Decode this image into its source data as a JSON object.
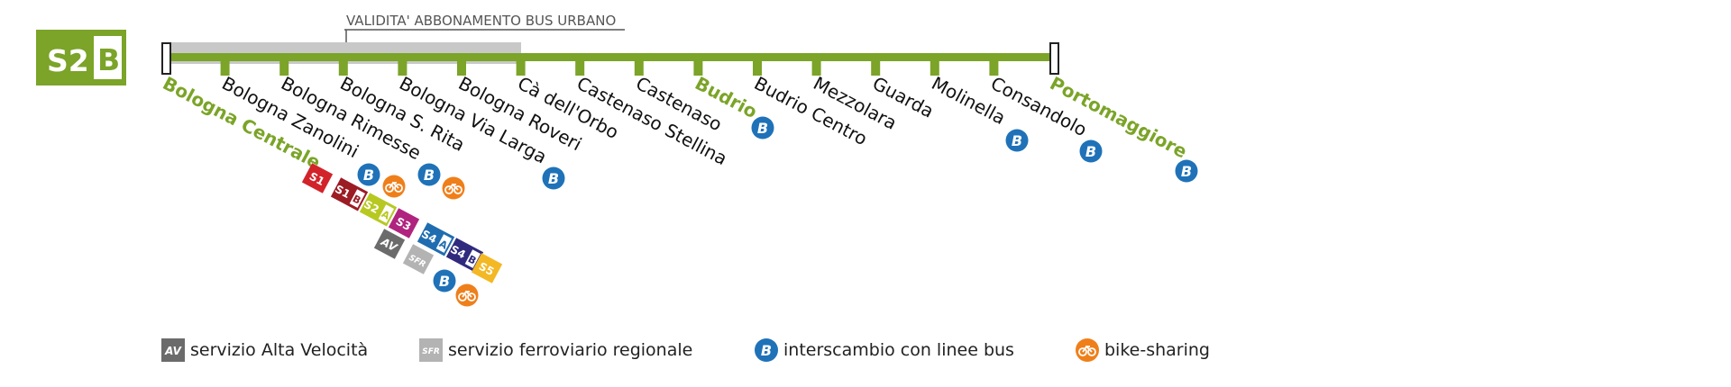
{
  "line": {
    "name_prefix": "S2",
    "name_suffix": "B",
    "color": "#7ba428"
  },
  "validity_label": "VALIDITA' ABBONAMENTO BUS URBANO",
  "stations": [
    {
      "name": "Bologna Centrale",
      "hub": true
    },
    {
      "name": "Bologna Zanolini",
      "hub": false
    },
    {
      "name": "Bologna Rimesse",
      "hub": false
    },
    {
      "name": "Bologna S. Rita",
      "hub": false
    },
    {
      "name": "Bologna Via Larga",
      "hub": false
    },
    {
      "name": "Bologna Roveri",
      "hub": false
    },
    {
      "name": "Cà dell'Orbo",
      "hub": false
    },
    {
      "name": "Castenaso Stellina",
      "hub": false
    },
    {
      "name": "Castenaso",
      "hub": false
    },
    {
      "name": "Budrio",
      "hub": true
    },
    {
      "name": "Budrio Centro",
      "hub": false
    },
    {
      "name": "Mezzolara",
      "hub": false
    },
    {
      "name": "Guarda",
      "hub": false
    },
    {
      "name": "Molinella",
      "hub": false
    },
    {
      "name": "Consandolo",
      "hub": false
    },
    {
      "name": "Portomaggiore",
      "hub": true
    }
  ],
  "badges": {
    "S1": {
      "label": "S1",
      "color": "#d2232a"
    },
    "S1B": {
      "label": "S1",
      "sub": "B",
      "color": "#9c1c24"
    },
    "S2A": {
      "label": "S2",
      "sub": "A",
      "color": "#b7c921"
    },
    "S3": {
      "label": "S3",
      "color": "#b0237e"
    },
    "S4A": {
      "label": "S4",
      "sub": "A",
      "color": "#1f6db0"
    },
    "S4B": {
      "label": "S4",
      "sub": "B",
      "color": "#2f2a7e"
    },
    "S5": {
      "label": "S5",
      "color": "#f3b823"
    },
    "AV": {
      "label": "AV",
      "color": "#6b6b6b"
    },
    "SFR": {
      "label": "SFR",
      "color": "#b3b3b3"
    }
  },
  "bus_symbol": "B",
  "colors": {
    "bus": "#1f72b8",
    "bike": "#ef7f1a",
    "validity_bar": "#c8c8c8"
  },
  "icons": {
    "bus": "bus-interchange-icon",
    "bike": "bike-sharing-icon"
  },
  "legend": [
    {
      "icon": "AV",
      "text": "servizio Alta Velocità"
    },
    {
      "icon": "SFR",
      "text": "servizio ferroviario regionale"
    },
    {
      "icon": "B",
      "text": "interscambio con linee bus"
    },
    {
      "icon": "bike",
      "text": "bike-sharing"
    }
  ]
}
